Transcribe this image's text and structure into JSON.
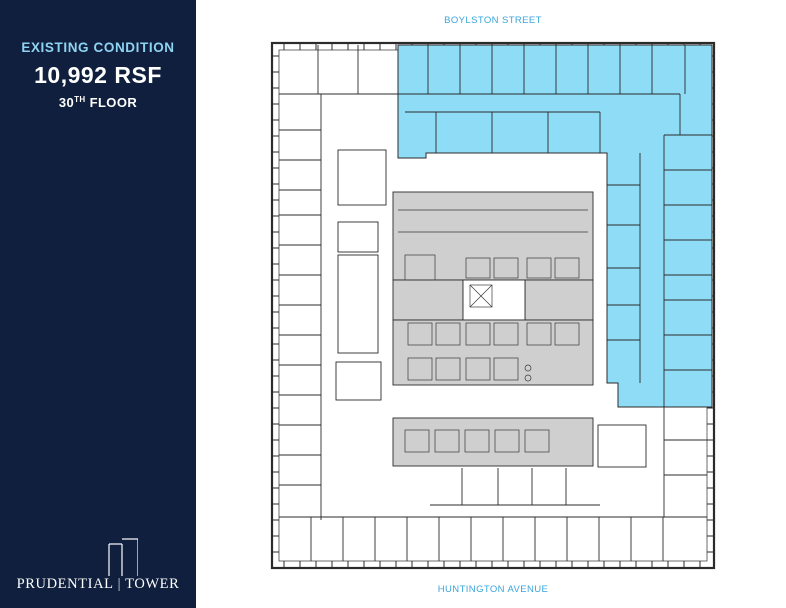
{
  "sidebar": {
    "condition_label": "EXISTING CONDITION",
    "area": "10,992 RSF",
    "floor_number": "30",
    "floor_ordinal": "TH",
    "floor_word": "FLOOR",
    "logo": {
      "left_word": "PRUDENTIAL",
      "separator": "|",
      "right_word": "TOWER",
      "icon": "tower-logo-icon"
    }
  },
  "plan": {
    "street_top": "BOYLSTON STREET",
    "street_bottom": "HUNTINGTON AVENUE",
    "colors": {
      "sidebar_bg": "#0f1f3d",
      "accent_label": "#8fd3f2",
      "street_text": "#3aa5dc",
      "available_space": "#8fdcf6",
      "core": "#cfcfcf",
      "walls": "#2b2b2b"
    }
  }
}
